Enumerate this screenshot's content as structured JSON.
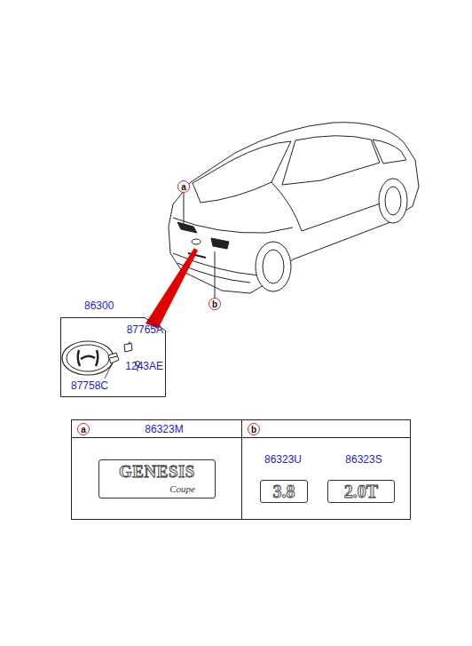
{
  "diagram": {
    "nodes": [
      {
        "text": [
          "86300"
        ]
      },
      {
        "text": [
          "a"
        ]
      },
      {
        "text": [
          "b"
        ]
      },
      {
        "text": [
          "86323M"
        ]
      },
      {
        "text": [
          "a"
        ],
        "in": 3
      },
      {
        "text": [
          "GENESIS",
          "Coupe"
        ],
        "in": 3
      },
      {
        "text": [
          "86323U",
          "86323S"
        ]
      },
      {
        "text": [
          "b"
        ],
        "in": 6
      },
      {
        "text": [
          "3.8"
        ],
        "in": 6
      },
      {
        "text": [
          "2.0T"
        ],
        "in": 6
      }
    ],
    "labels": [
      "87765A",
      "87758C",
      "1243AE"
    ]
  }
}
